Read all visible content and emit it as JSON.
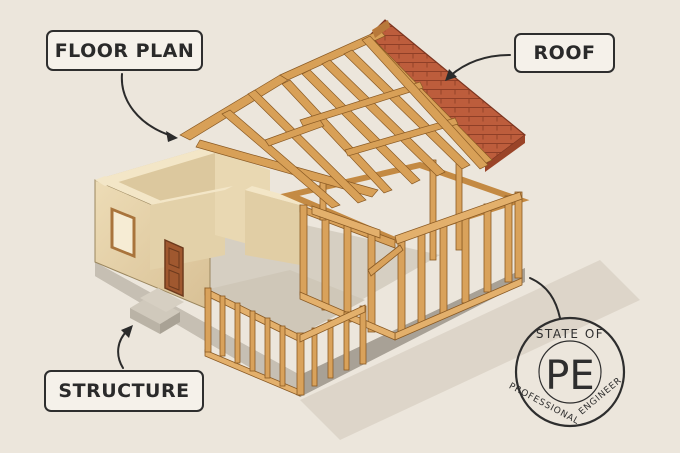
{
  "callouts": {
    "floor_plan": "FLOOR PLAN",
    "roof": "ROOF",
    "structure": "STRUCTURE"
  },
  "stamp": {
    "top_text": "STATE OF",
    "center_text": "PE",
    "left_text": "PROFESSIONAL",
    "right_text": "ENGINEER"
  },
  "colors": {
    "background": "#ece6dc",
    "timber": "#d9a25b",
    "wall": "#e6d3ab",
    "roof_tile": "#b8593a",
    "outline": "#2e2e2e"
  }
}
